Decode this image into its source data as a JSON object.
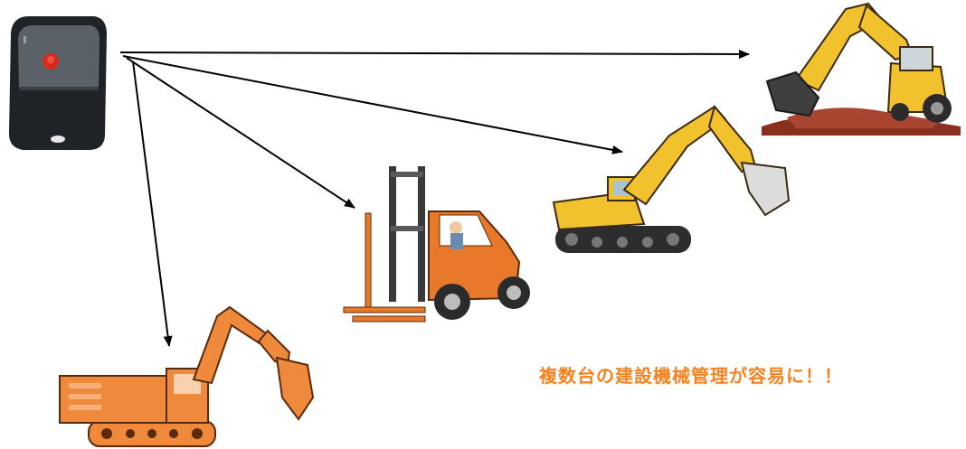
{
  "caption": "複数台の建設機械管理が容易に！！",
  "colors": {
    "caption": "#f5821f",
    "machine_yellow": "#f2c12e",
    "machine_orange": "#ef8a3c",
    "forklift_orange": "#e8782a",
    "remote_body": "#2a2d31",
    "remote_button": "#d62a1e",
    "arrow": "#000000"
  },
  "items": [
    {
      "name": "remote-control",
      "icon": "key-fob-remote-icon"
    },
    {
      "name": "backhoe-loader",
      "icon": "backhoe-loader-icon"
    },
    {
      "name": "yellow-excavator",
      "icon": "excavator-icon"
    },
    {
      "name": "forklift",
      "icon": "forklift-icon"
    },
    {
      "name": "orange-excavator",
      "icon": "excavator-icon"
    }
  ]
}
